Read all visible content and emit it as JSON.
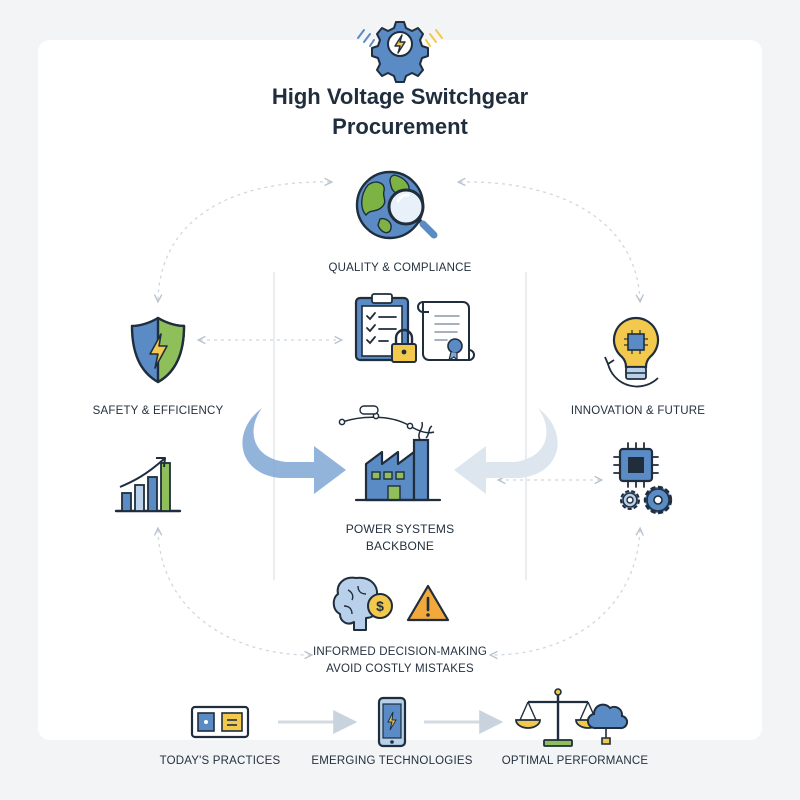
{
  "title": {
    "line1": "High Voltage Switchgear",
    "line2": "Procurement"
  },
  "nodes": {
    "quality": "QUALITY & COMPLIANCE",
    "safety": "SAFETY & EFFICIENCY",
    "innovation": "INNOVATION & FUTURE",
    "core_line1": "POWER SYSTEMS",
    "core_line2": "BACKBONE",
    "decision_line1": "INFORMED DECISION-MAKING",
    "decision_line2": "AVOID COSTLY MISTAKES"
  },
  "timeline": {
    "step1": "TODAY'S PRACTICES",
    "step2": "EMERGING TECHNOLOGIES",
    "step3": "OPTIMAL PERFORMANCE"
  },
  "icons": [
    "gear-bolt-icon",
    "globe-magnifier-icon",
    "checklist-lock-icon",
    "document-seal-icon",
    "shield-bolt-icon",
    "bar-chart-icon",
    "lightbulb-chip-icon",
    "microchip-icon",
    "gears-icon",
    "factory-icon",
    "brain-dollar-icon",
    "warning-icon",
    "switch-icon",
    "smartphone-icon",
    "balance-cloud-icon"
  ],
  "colors": {
    "navy": "#1f2d3d",
    "blue": "#5b8bc4",
    "light_blue": "#b8d0ea",
    "green": "#8fbf5a",
    "yellow": "#f2c94c",
    "orange": "#f2a93b",
    "dashed": "#c9d2dc"
  }
}
